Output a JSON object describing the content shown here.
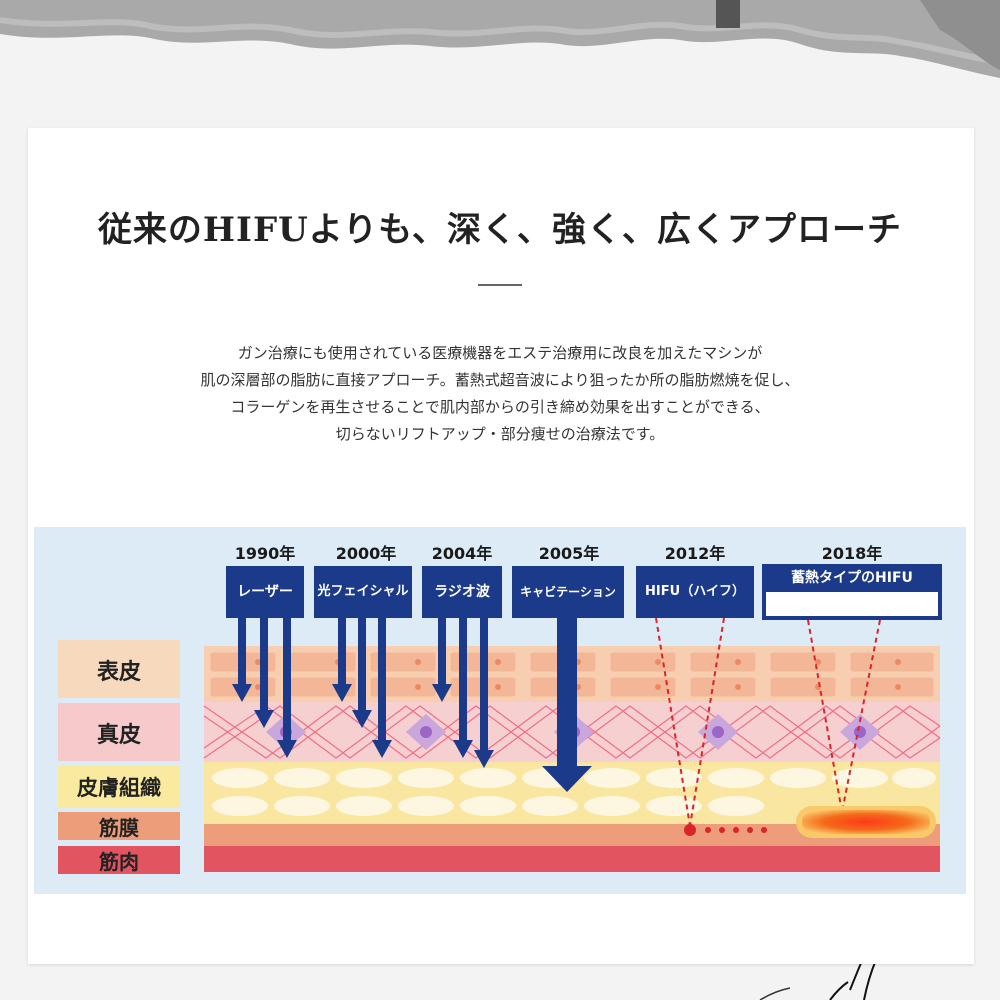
{
  "headline": "従来のHIFUよりも、深く、強く、広くアプローチ",
  "description": [
    "ガン治療にも使用されている医療機器をエステ治療用に改良を加えたマシンが",
    "肌の深層部の脂肪に直接アプローチ。蓄熱式超音波により狙ったか所の脂肪燃焼を促し、",
    "コラーゲンを再生させることで肌内部からの引き締め効果を出すことができる、",
    "切らないリフトアップ・部分痩せの治療法です。"
  ],
  "layers": [
    "表皮",
    "真皮",
    "皮膚組織",
    "筋膜",
    "筋肉"
  ],
  "timeline": [
    {
      "year": "1990年",
      "name": "レーザー"
    },
    {
      "year": "2000年",
      "name": "光フェイシャル"
    },
    {
      "year": "2004年",
      "name": "ラジオ波"
    },
    {
      "year": "2005年",
      "name": "キャビテーション"
    },
    {
      "year": "2012年",
      "name": "HIFU（ハイフ）"
    },
    {
      "year": "2018年",
      "name": "蓄熱タイプのHIFU"
    }
  ],
  "colors": {
    "navy": "#1c3a8a",
    "epidermis": "#f7cfb0",
    "dermis": "#f6cfd0",
    "fat": "#f9e6a0",
    "fascia": "#ee9d7a",
    "muscle": "#e25460",
    "heat": "#e8321e"
  }
}
